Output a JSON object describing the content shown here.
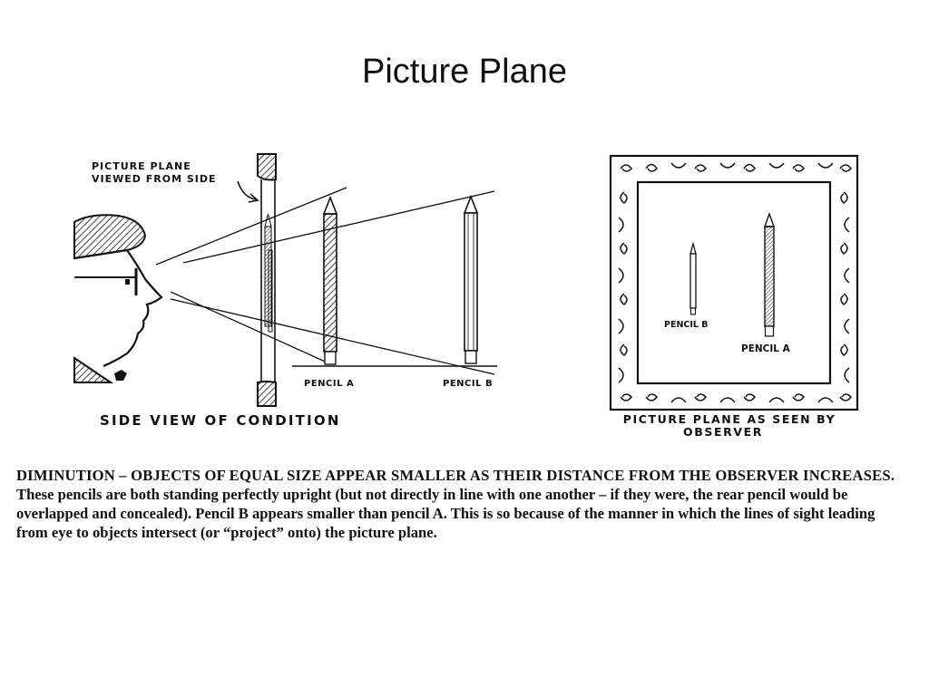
{
  "slide": {
    "title": "Picture Plane"
  },
  "left_figure": {
    "annotation_line1": "PICTURE PLANE",
    "annotation_line2": "VIEWED FROM SIDE",
    "pencil_a_label": "PENCIL A",
    "pencil_b_label": "PENCIL B",
    "caption": "SIDE VIEW OF CONDITION"
  },
  "right_figure": {
    "pencil_b_label": "PENCIL B",
    "pencil_a_label": "PENCIL A",
    "caption_line1": "PICTURE PLANE AS SEEN BY",
    "caption_line2": "OBSERVER"
  },
  "description": {
    "lead": "DIMINUTION – OBJECTS OF EQUAL SIZE APPEAR SMALLER AS THEIR DISTANCE FROM THE OBSERVER INCREASES.",
    "body": "These pencils are both standing perfectly upright (but not directly in line with one another – if they were, the rear pencil would be overlapped and concealed). Pencil B appears smaller than pencil A. This is so because of the manner in which the lines of sight leading from eye to objects intersect (or “project” onto) the picture plane."
  }
}
